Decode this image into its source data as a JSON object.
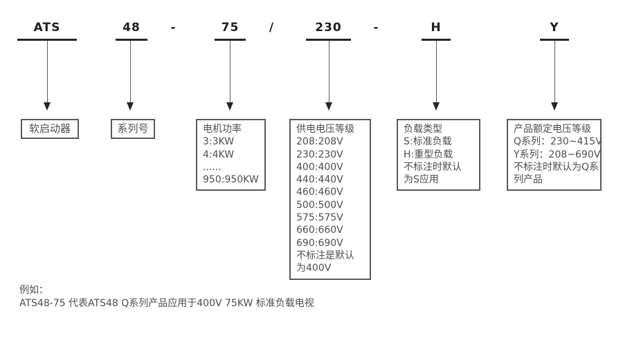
{
  "columns": [
    {
      "code": "ATS",
      "box_lines": [
        "软启动器"
      ]
    },
    {
      "code": "48",
      "box_lines": [
        "系列号"
      ]
    },
    {
      "code": "75",
      "box_lines": [
        "电机功率",
        "3:3KW",
        "4:4KW",
        "......",
        "950:950KW"
      ]
    },
    {
      "code": "230",
      "box_lines": [
        "供电电压等级",
        "208:208V",
        "230:230V",
        "400:400V",
        "440:440V",
        "460:460V",
        "500:500V",
        "575:575V",
        "660:660V",
        "690:690V",
        "不标注是默认",
        "为400V"
      ]
    },
    {
      "code": "H",
      "box_lines": [
        "负载类型",
        "S:标准负载",
        "H:重型负载",
        "不标注时默认",
        "为S应用"
      ]
    },
    {
      "code": "Y",
      "box_lines": [
        "产品额定电压等级",
        "Q系列：230~415V",
        "Y系列：208~690V",
        "不标注时默认为Q系",
        "列产品"
      ]
    }
  ],
  "separators": [
    "-",
    "/",
    "-"
  ],
  "footer": {
    "line1": "例如：",
    "line2": "ATS48-75 代表ATS48 Q系列产品应用于400V 75KW 标准负载电视"
  },
  "colors": {
    "header_text": "#1f1f1f",
    "body_text": "#4d4d4d",
    "box_border": "#595959",
    "line": "#262626"
  }
}
